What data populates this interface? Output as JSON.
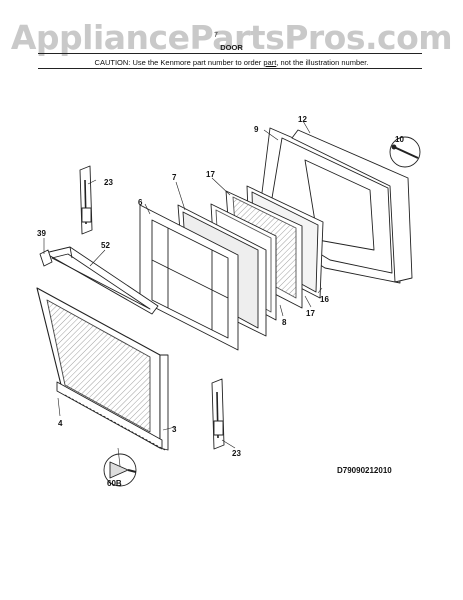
{
  "watermark": "AppliancePartsPros.com",
  "header": {
    "code": "7",
    "title": "DOOR",
    "caution_pre": "CAUTION: Use the Kenmore part number to order ",
    "caution_link": "part",
    "caution_post": ", not the illustration number."
  },
  "callouts": [
    "9",
    "12",
    "10",
    "23",
    "7",
    "17",
    "6",
    "39",
    "52",
    "16",
    "8",
    "17",
    "4",
    "3",
    "23",
    "60B"
  ],
  "footer_code": "D79090212010",
  "colors": {
    "line": "#222222",
    "panel_shade": "#eeeeee",
    "glass_hatch": "#777777",
    "watermark": "#c9c9c9"
  }
}
